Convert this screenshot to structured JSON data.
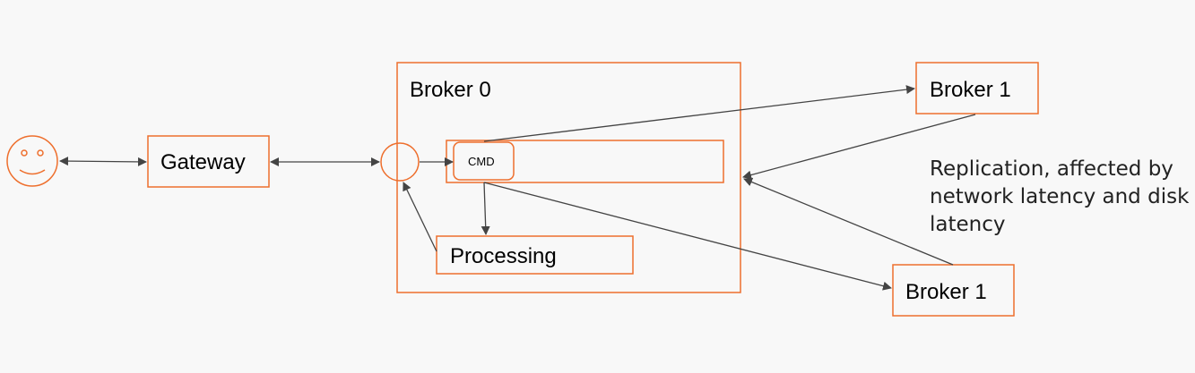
{
  "diagram": {
    "nodes": {
      "gateway": "Gateway",
      "broker0": "Broker 0",
      "cmd": "CMD",
      "processing": "Processing",
      "broker1_top": "Broker 1",
      "broker1_bottom": "Broker 1"
    },
    "note": "Replication, affected by network latency and disk latency",
    "colors": {
      "box_stroke": "#ee6f2d",
      "arrow": "#444444",
      "background": "#f8f8f8"
    },
    "icons": [
      "smiley-icon"
    ]
  }
}
